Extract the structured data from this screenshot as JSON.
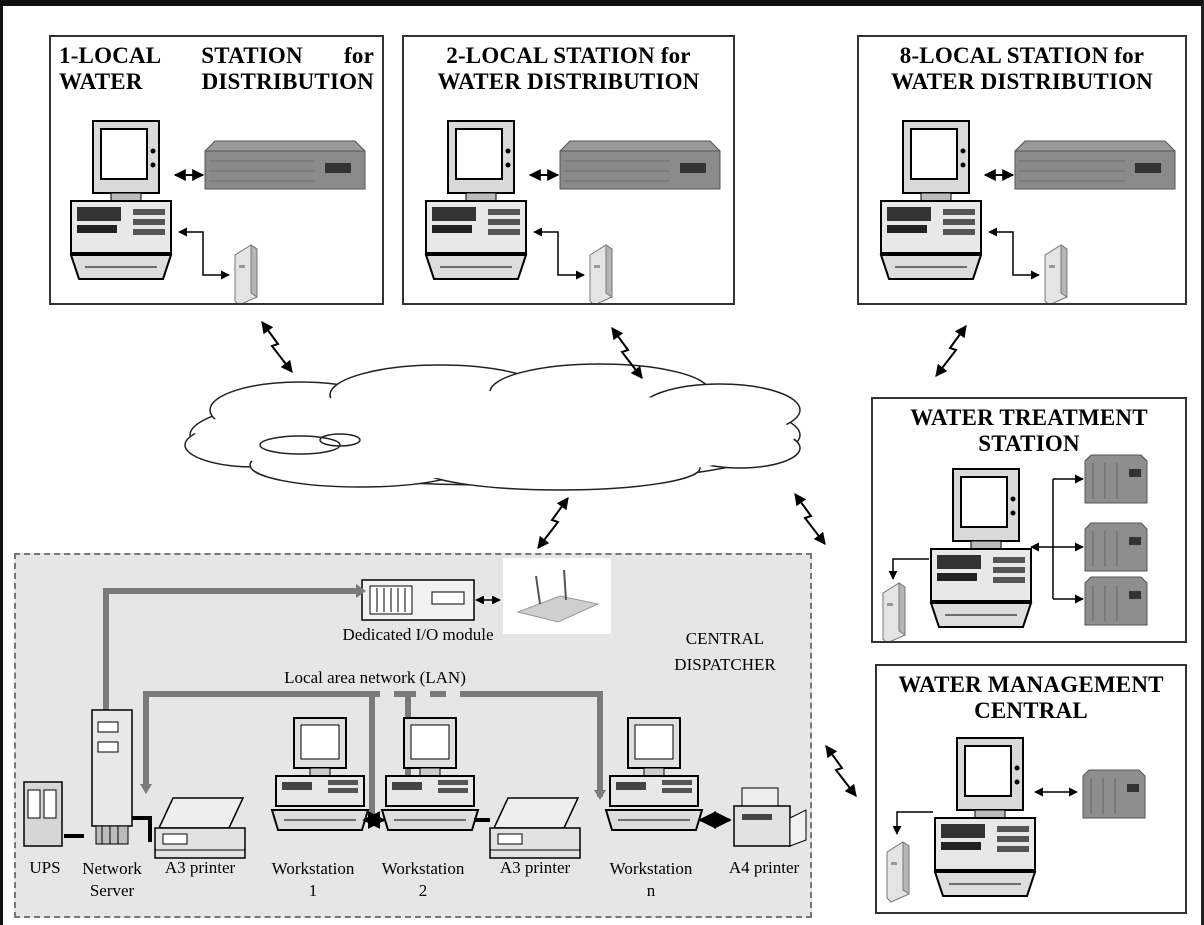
{
  "stations": {
    "local1": {
      "line1": "1-LOCAL STATION for",
      "line2": "WATER DISTRIBUTION"
    },
    "local2": {
      "line1": "2-LOCAL STATION for",
      "line2": "WATER DISTRIBUTION"
    },
    "local8": {
      "line1": "8-LOCAL STATION for",
      "line2": "WATER DISTRIBUTION"
    },
    "treatment": {
      "line1": "WATER TREATMENT",
      "line2": "STATION"
    },
    "management": {
      "line1": "WATER MANAGEMENT",
      "line2": "CENTRAL"
    }
  },
  "dispatcher": {
    "title_line1": "CENTRAL",
    "title_line2": "DISPATCHER",
    "io_module": "Dedicated I/O module",
    "lan": "Local area network (LAN)",
    "devices": {
      "ups": "UPS",
      "server_line1": "Network",
      "server_line2": "Server",
      "a3_printer_1": "A3 printer",
      "ws1_line1": "Workstation",
      "ws1_line2": "1",
      "ws2_line1": "Workstation",
      "ws2_line2": "2",
      "a3_printer_2": "A3 printer",
      "wsn_line1": "Workstation",
      "wsn_line2": "n",
      "a4_printer": "A4 printer"
    }
  },
  "colors": {
    "lan_line": "#7a7a7a",
    "device_dark": "#444444",
    "rack": "#8a8a8a",
    "panel_bg": "#e6e6e6"
  }
}
